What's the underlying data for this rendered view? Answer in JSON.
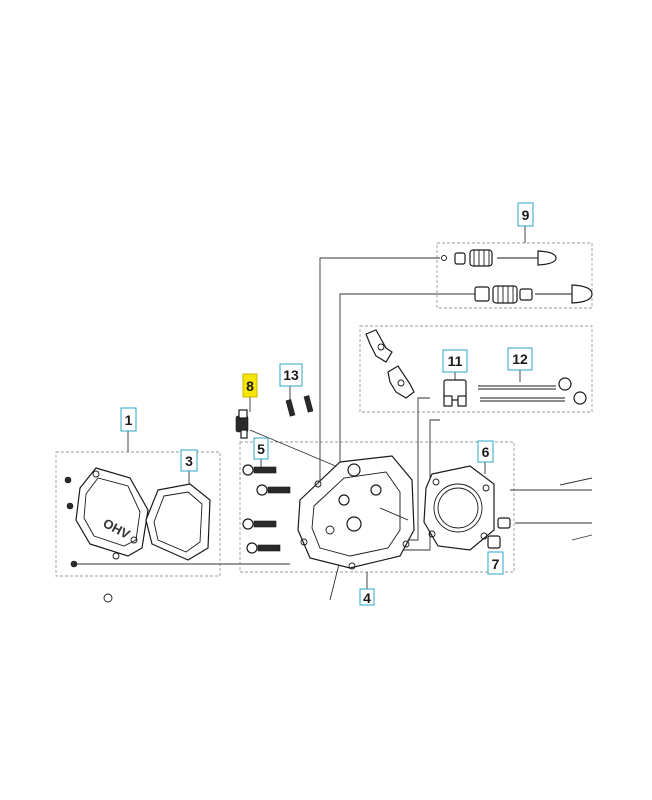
{
  "diagram": {
    "labels": [
      {
        "id": "1",
        "text": "1",
        "highlight": false
      },
      {
        "id": "3",
        "text": "3",
        "highlight": false
      },
      {
        "id": "4",
        "text": "4",
        "highlight": false
      },
      {
        "id": "5",
        "text": "5",
        "highlight": false
      },
      {
        "id": "6",
        "text": "6",
        "highlight": false
      },
      {
        "id": "7",
        "text": "7",
        "highlight": false
      },
      {
        "id": "8",
        "text": "8",
        "highlight": true
      },
      {
        "id": "9",
        "text": "9",
        "highlight": false
      },
      {
        "id": "11",
        "text": "11",
        "highlight": false
      },
      {
        "id": "12",
        "text": "12",
        "highlight": false
      },
      {
        "id": "13",
        "text": "13",
        "highlight": false
      }
    ],
    "cover_marking": "OHV",
    "colors": {
      "label_border": "#2aa7c9",
      "highlight": "#f6e500"
    }
  }
}
